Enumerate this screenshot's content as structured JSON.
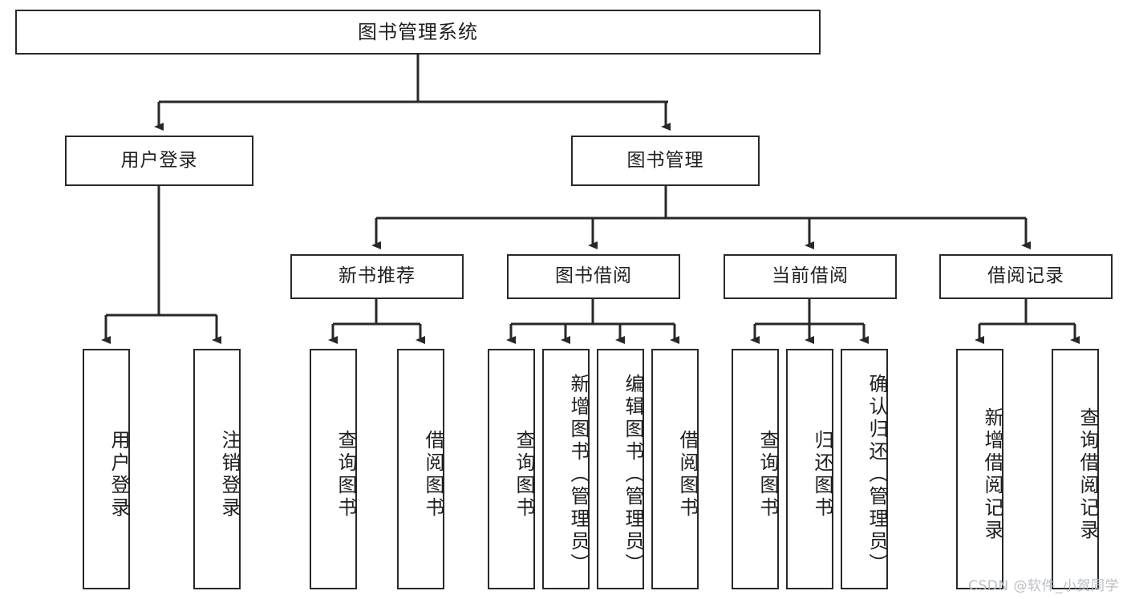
{
  "diagram": {
    "title": "图书管理系统",
    "type": "tree-hierarchy-chart",
    "root": {
      "label": "图书管理系统"
    },
    "level2": [
      {
        "label": "用户登录"
      },
      {
        "label": "图书管理"
      }
    ],
    "level3": [
      {
        "label": "新书推荐"
      },
      {
        "label": "图书借阅"
      },
      {
        "label": "当前借阅"
      },
      {
        "label": "借阅记录"
      }
    ],
    "leaves": {
      "user_login": [
        {
          "label": "用户登录"
        },
        {
          "label": "注销登录"
        }
      ],
      "new_book_recommend": [
        {
          "label": "查询图书"
        },
        {
          "label": "借阅图书"
        }
      ],
      "book_borrow": [
        {
          "label": "查询图书"
        },
        {
          "label": "新增图书（管理员）"
        },
        {
          "label": "编辑图书（管理员）"
        },
        {
          "label": "借阅图书"
        }
      ],
      "current_borrow": [
        {
          "label": "查询图书"
        },
        {
          "label": "归还图书"
        },
        {
          "label": "确认归还（管理员）"
        }
      ],
      "borrow_records": [
        {
          "label": "新增借阅记录"
        },
        {
          "label": "查询借阅记录"
        }
      ]
    }
  },
  "watermark": {
    "text": "CSDN @软件_小贺同学"
  },
  "colors": {
    "stroke": "#26292b",
    "box_fill": "#ffffff",
    "text": "#1d1f20",
    "watermark": "#b9bdc2",
    "background": "#ffffff"
  }
}
